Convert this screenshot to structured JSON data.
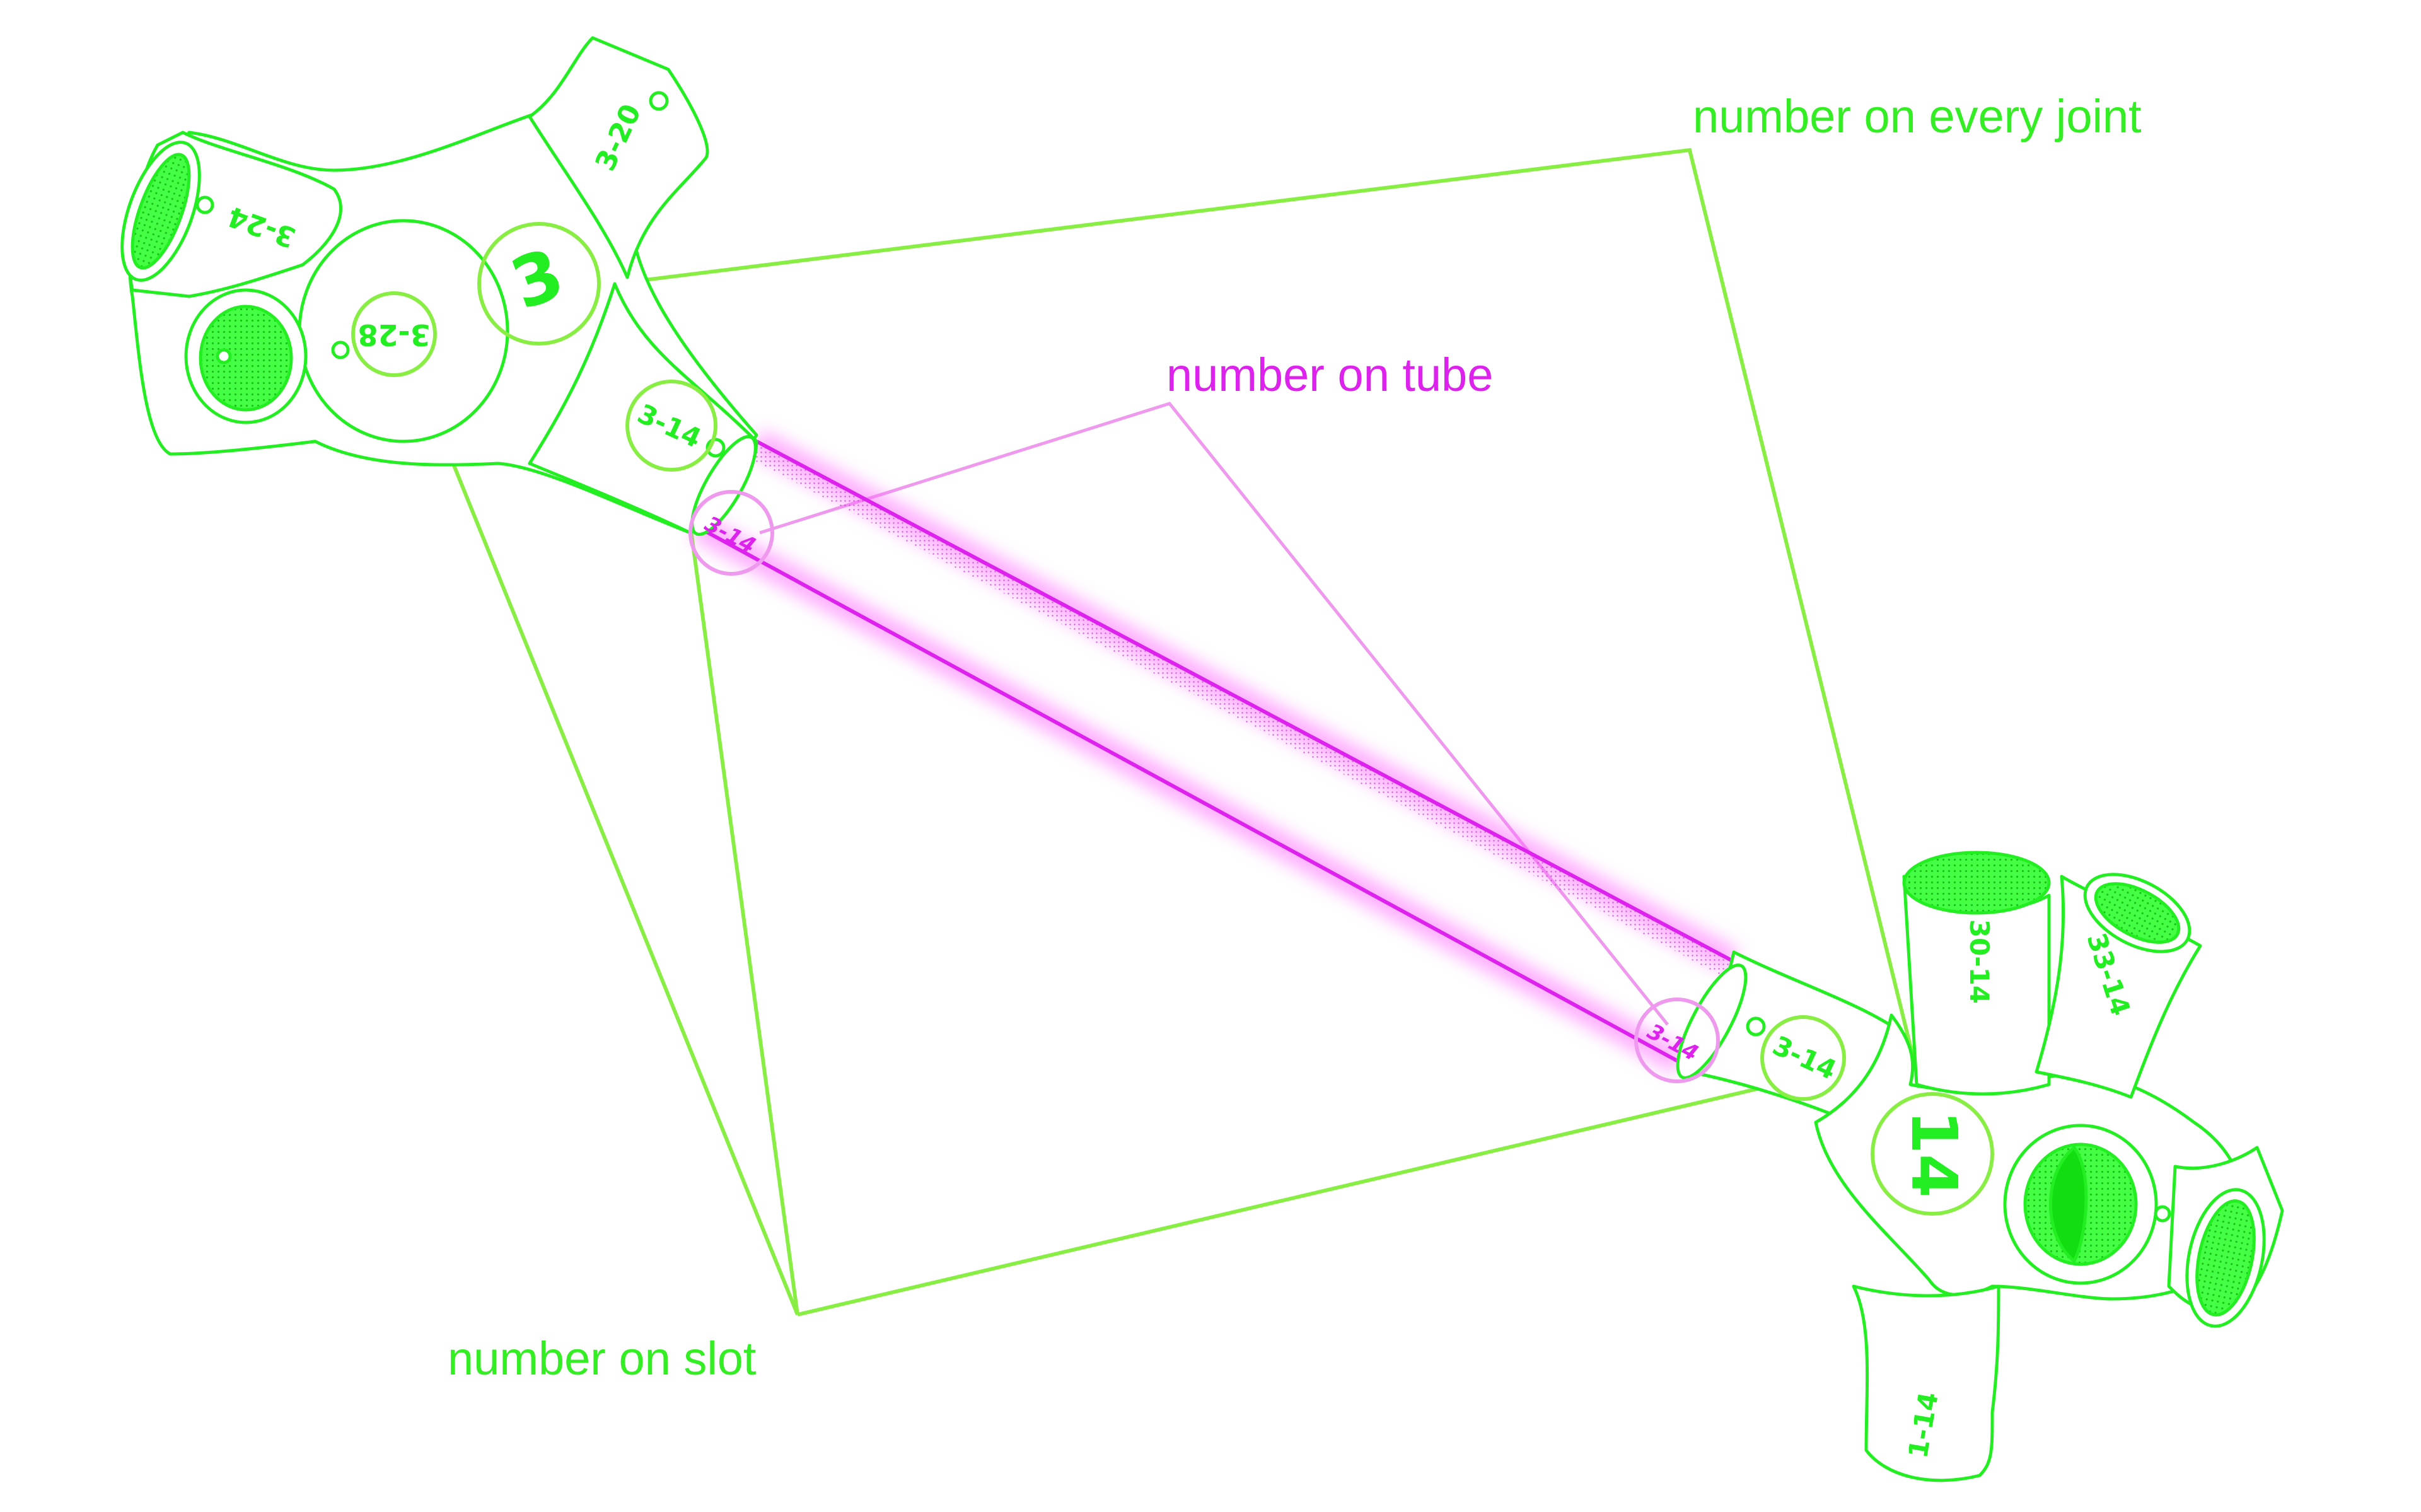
{
  "colors": {
    "joint": "#22ee22",
    "joint_fill": "#33ff33",
    "joint_leader": "#88ee44",
    "tube": "#dd22ee",
    "tube_glow": "#ff66ff",
    "tube_leader": "#ee99ee"
  },
  "callouts": {
    "every_joint": "number on every joint",
    "tube": "number on tube",
    "slot": "number on slot"
  },
  "joint_a": {
    "number": "3",
    "slots": [
      "3-20",
      "3-24",
      "3-28",
      "3-14"
    ]
  },
  "joint_b": {
    "number": "14",
    "slots": [
      "30-14",
      "33-14",
      "3-14",
      "1-14"
    ]
  },
  "tube": {
    "label_end_a": "3-14",
    "label_end_b": "3-14"
  },
  "icons": [
    "screw-hole-icon"
  ]
}
